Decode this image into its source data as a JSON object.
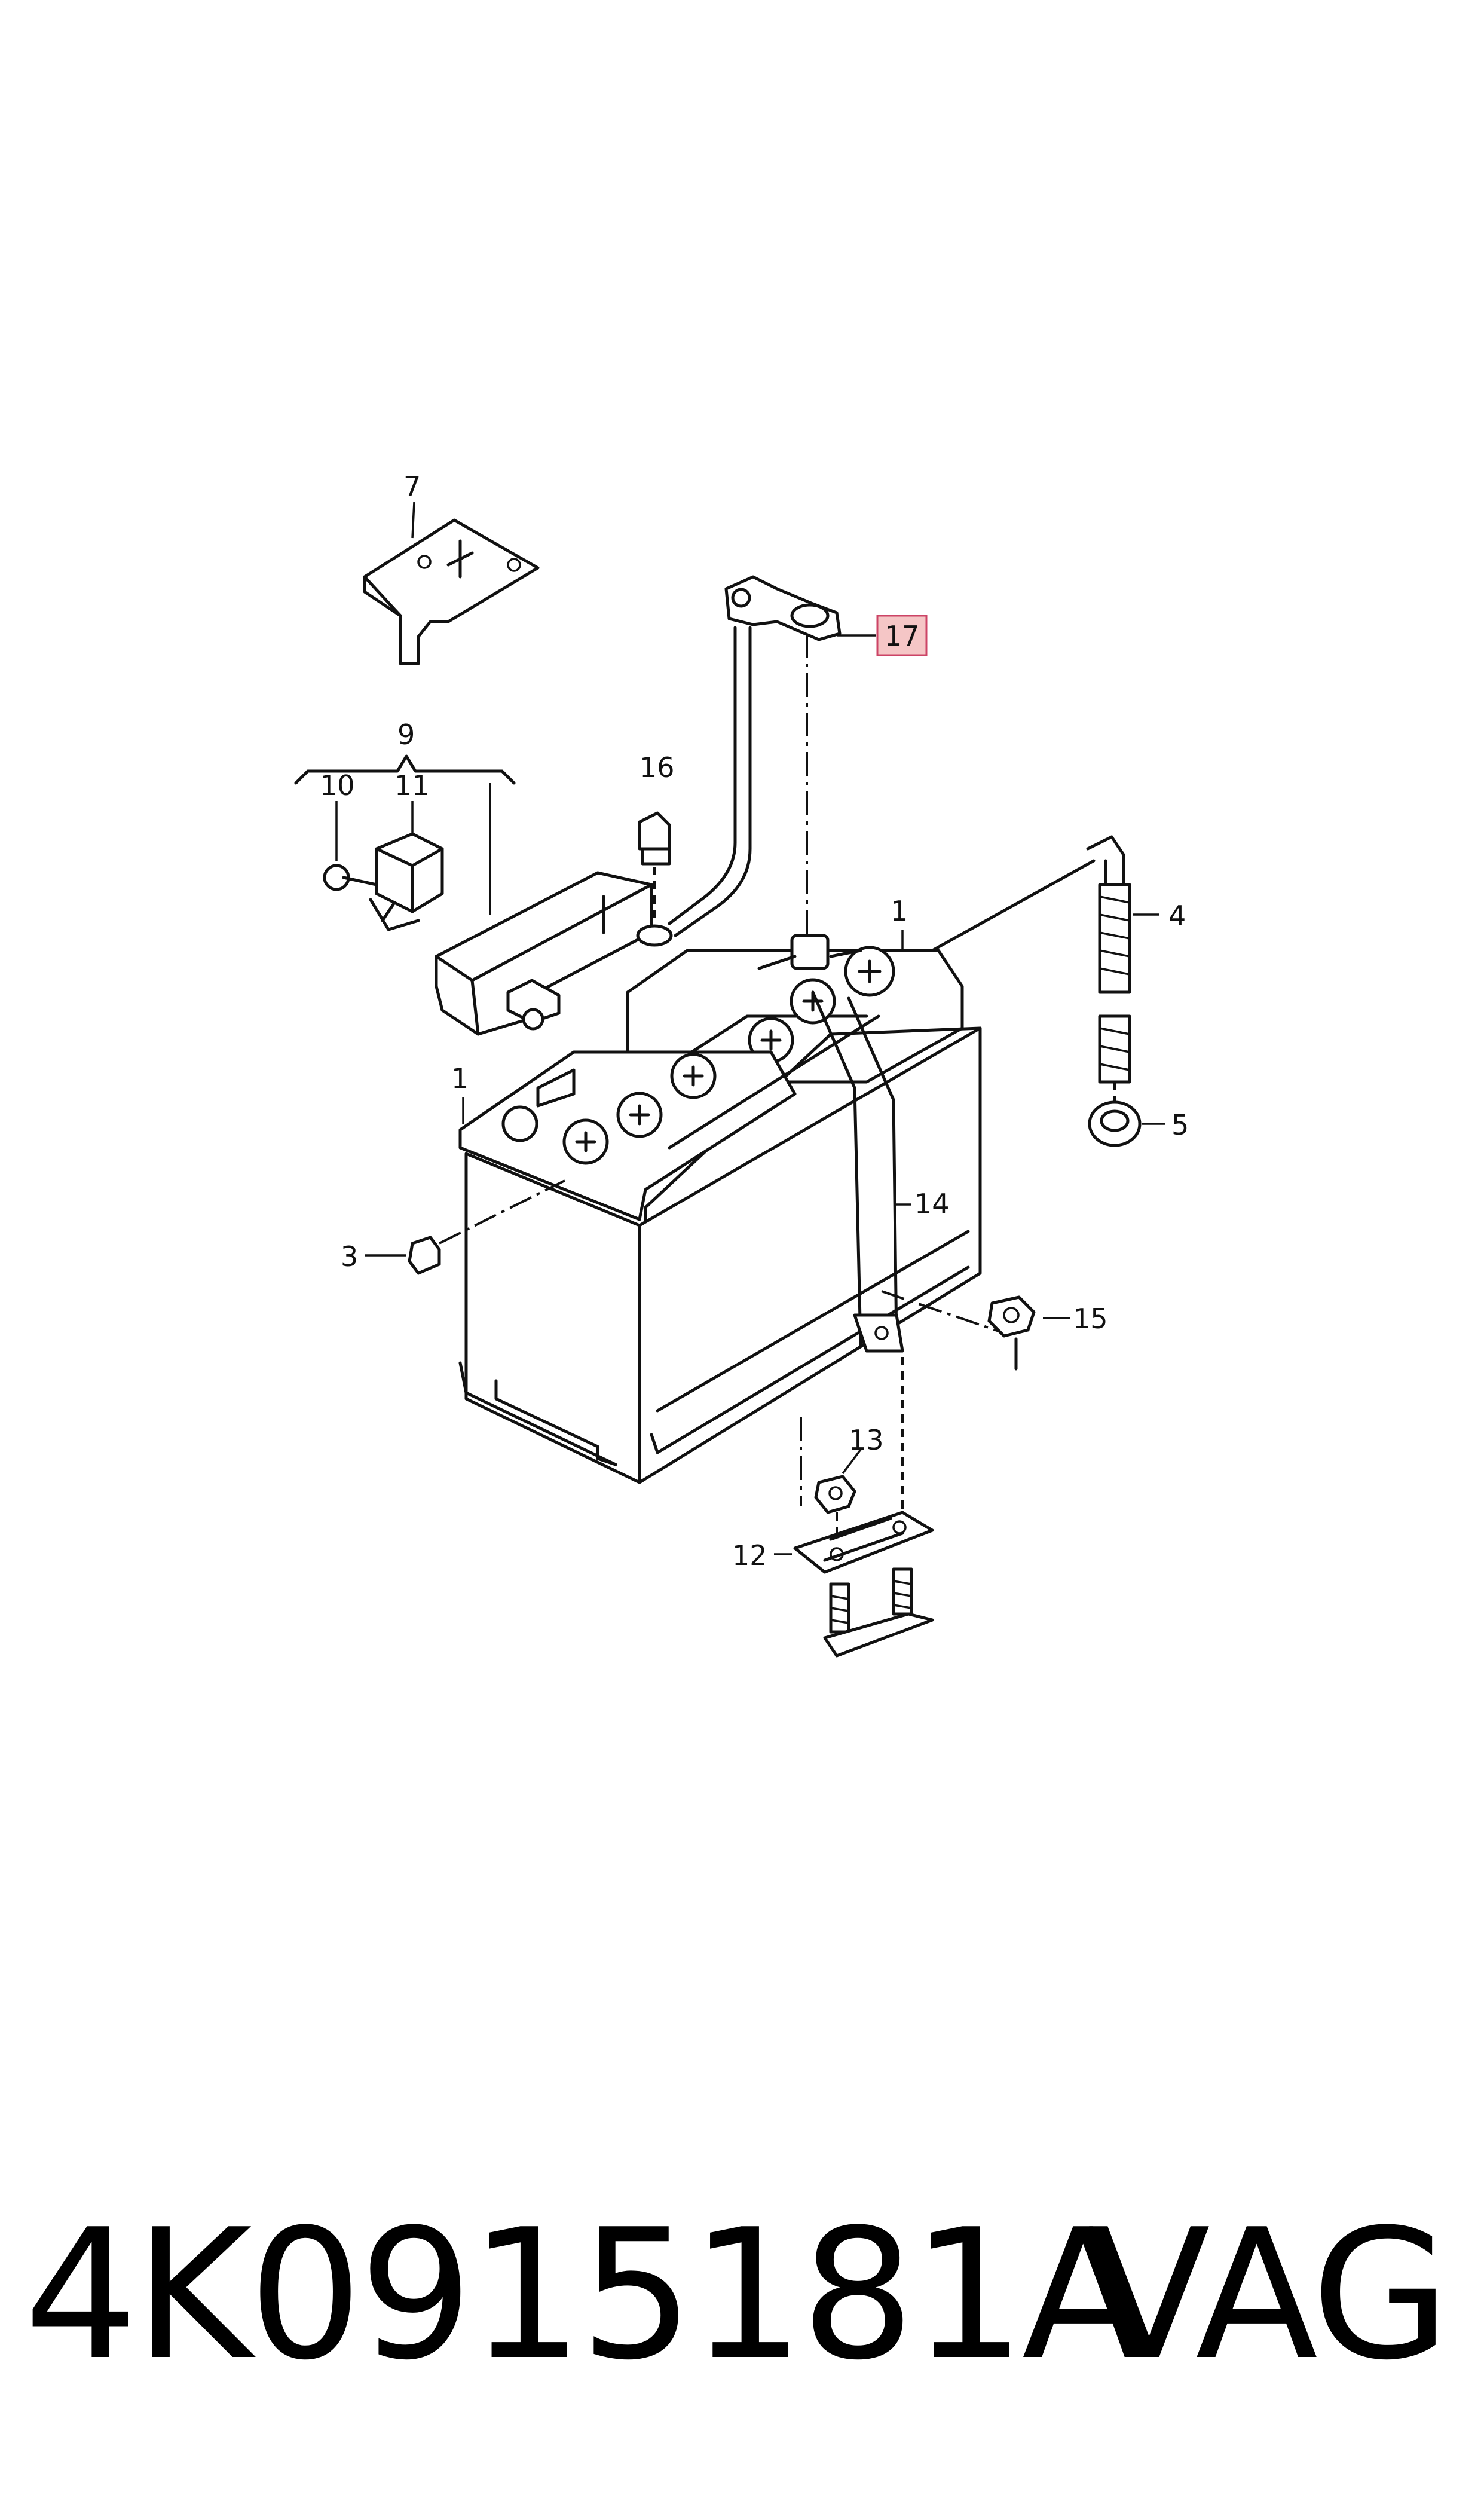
{
  "callouts": {
    "c1a": "1",
    "c1b": "1",
    "c3": "3",
    "c4": "4",
    "c5": "5",
    "c7": "7",
    "c9": "9",
    "c10": "10",
    "c11": "11",
    "c12": "12",
    "c13": "13",
    "c14": "14",
    "c15": "15",
    "c16": "16",
    "c17": "17"
  },
  "highlight_color": "#f5c6c6",
  "caption": {
    "part_number": "4K0915181A",
    "brand": "VAG"
  }
}
